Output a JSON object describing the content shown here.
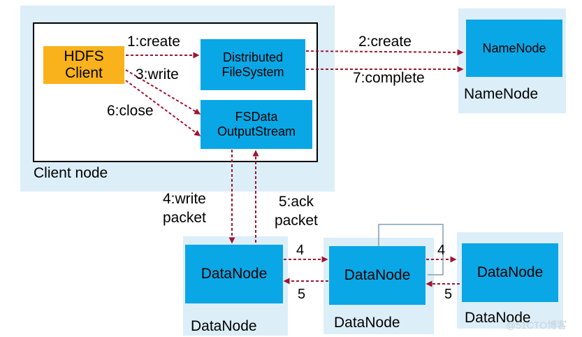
{
  "colors": {
    "panel": "#dceef8",
    "box": "#0aa7e6",
    "client": "#f9b21b",
    "arrow": "#a0142e",
    "connector": "#7f9fb4"
  },
  "client_node": {
    "label": "Client node",
    "hdfs_client": [
      "HDFS",
      "Client"
    ],
    "dfs": [
      "Distributed",
      "FileSystem"
    ],
    "fsdata": [
      "FSData",
      "OutputStream"
    ]
  },
  "namenode": {
    "box": "NameNode",
    "label": "NameNode"
  },
  "datanodes": [
    {
      "box": "DataNode",
      "label": "DataNode"
    },
    {
      "box": "DataNode",
      "label": "DataNode"
    },
    {
      "box": "DataNode",
      "label": "DataNode"
    }
  ],
  "steps": {
    "create_client": "1:create",
    "create_nn": "2:create",
    "write": "3:write",
    "write_packet": [
      "4:write",
      "packet"
    ],
    "ack_packet": [
      "5:ack",
      "packet"
    ],
    "close": "6:close",
    "complete": "7:complete",
    "pipe_4a": "4",
    "pipe_5a": "5",
    "pipe_4b": "4",
    "pipe_5b": "5"
  },
  "watermark": "@51CTO博客"
}
